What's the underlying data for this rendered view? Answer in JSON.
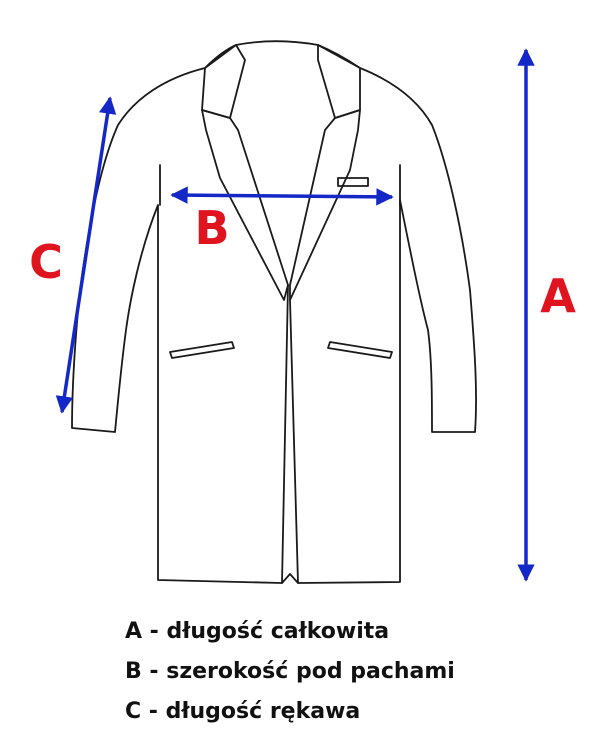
{
  "colors": {
    "outline": "#1a1a1a",
    "arrow": "#1428c8",
    "letter": "#e0141e",
    "legend_text": "#111111"
  },
  "diagram": {
    "markers": {
      "a": "A",
      "b": "B",
      "c": "C"
    }
  },
  "legend": {
    "items": [
      {
        "text": "A - długość całkowita"
      },
      {
        "text": "B - szerokość pod pachami"
      },
      {
        "text": "C - długość rękawa"
      }
    ]
  }
}
